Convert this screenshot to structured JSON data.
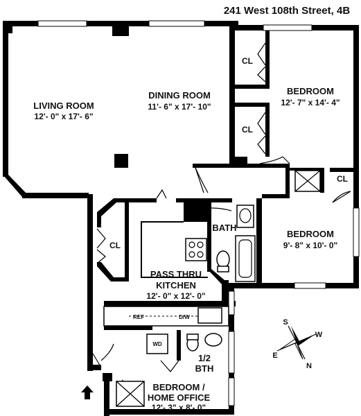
{
  "address": "241 West 108th Street, 4B",
  "rooms": {
    "living": {
      "name": "LIVING ROOM",
      "dims": "12'- 0\" x 17'- 6\""
    },
    "dining": {
      "name": "DINING ROOM",
      "dims": "11'- 6\" x 17'- 10\""
    },
    "bedroom1": {
      "name": "BEDROOM",
      "dims": "12'- 7\" x 14'- 4\""
    },
    "bedroom2": {
      "name": "BEDROOM",
      "dims": "9'- 8\" x 10'- 0\""
    },
    "kitchen": {
      "name_line1": "PASS THRU",
      "name_line2": "KITCHEN",
      "dims": "12'- 0\" x 12'- 0\""
    },
    "office": {
      "name_line1": "BEDROOM /",
      "name_line2": "HOME OFFICE",
      "dims": "12'- 3\" x 8'- 0\""
    },
    "bath": {
      "name": "BATH"
    },
    "half_bath": {
      "name_line1": "1/2",
      "name_line2": "BTH"
    }
  },
  "closets": {
    "cl1": "CL",
    "cl2": "CL",
    "cl3": "CL",
    "cl4": "CL"
  },
  "appliances": {
    "ref": "REF",
    "dw": "D/W",
    "wd": "WD"
  },
  "compass": {
    "n": "N",
    "s": "S",
    "e": "E",
    "w": "W"
  }
}
